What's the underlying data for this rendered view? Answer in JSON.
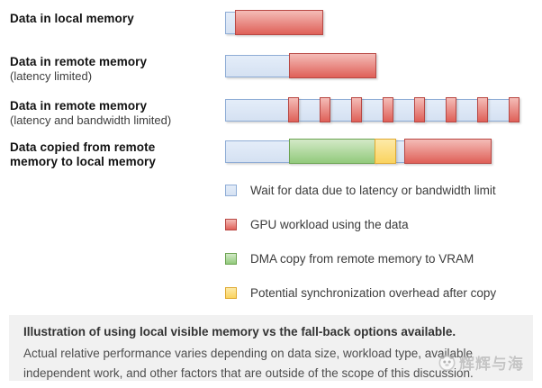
{
  "chart_data": {
    "type": "bar",
    "title": "",
    "note": "Schematic timeline bars; segment widths are pixels proportional to time. All GPU-workload (red) totals are equal (~97px) across rows.",
    "rows": [
      {
        "label": "Data in local memory",
        "sublabel": "",
        "segments": [
          {
            "kind": "wait",
            "width": 12
          },
          {
            "kind": "gpu",
            "width": 98
          }
        ]
      },
      {
        "label": "Data in remote memory",
        "sublabel": "(latency limited)",
        "segments": [
          {
            "kind": "wait",
            "width": 72
          },
          {
            "kind": "gpu",
            "width": 97
          }
        ]
      },
      {
        "label": "Data in remote memory",
        "sublabel": "(latency and bandwidth limited)",
        "segments": [
          {
            "kind": "wait",
            "width": 71
          },
          {
            "kind": "gpu",
            "width": 12
          },
          {
            "kind": "wait",
            "width": 25
          },
          {
            "kind": "gpu",
            "width": 12
          },
          {
            "kind": "wait",
            "width": 25
          },
          {
            "kind": "gpu",
            "width": 12
          },
          {
            "kind": "wait",
            "width": 25
          },
          {
            "kind": "gpu",
            "width": 12
          },
          {
            "kind": "wait",
            "width": 25
          },
          {
            "kind": "gpu",
            "width": 12
          },
          {
            "kind": "wait",
            "width": 25
          },
          {
            "kind": "gpu",
            "width": 12
          },
          {
            "kind": "wait",
            "width": 25
          },
          {
            "kind": "gpu",
            "width": 12
          },
          {
            "kind": "wait",
            "width": 25
          },
          {
            "kind": "gpu",
            "width": 12
          }
        ]
      },
      {
        "label": "Data copied from remote memory to local memory",
        "sublabel": "",
        "segments": [
          {
            "kind": "wait",
            "width": 72
          },
          {
            "kind": "dma",
            "width": 96
          },
          {
            "kind": "sync",
            "width": 24
          },
          {
            "kind": "wait",
            "width": 11
          },
          {
            "kind": "gpu",
            "width": 97
          }
        ]
      }
    ],
    "legend": [
      {
        "kind": "wait",
        "label": "Wait for data due to latency or bandwidth limit"
      },
      {
        "kind": "gpu",
        "label": "GPU workload using the data"
      },
      {
        "kind": "dma",
        "label": "DMA copy from remote memory to VRAM"
      },
      {
        "kind": "sync",
        "label": "Potential synchronization overhead after copy"
      }
    ],
    "legend_position": "bottom-right-of-bars"
  },
  "colors": {
    "wait": {
      "top": "#e4edf9",
      "bottom": "#d5e1f2",
      "border": "#8fadd6"
    },
    "gpu": {
      "top": "#f4bcb7",
      "bottom": "#df6058",
      "border": "#b84743"
    },
    "dma": {
      "top": "#d3e9c7",
      "bottom": "#92ca7c",
      "border": "#6ba351"
    },
    "sync": {
      "top": "#fdeaa8",
      "bottom": "#fad35f",
      "border": "#dfa930"
    }
  },
  "caption": {
    "title": "Illustration of using local visible memory vs the fall-back options available.",
    "body": "Actual relative performance varies depending on data size, workload type, available independent work, and other factors that are outside of the scope of this discussion.",
    "background": "#f1f1f1"
  },
  "watermark": {
    "text": "辉辉与海"
  }
}
